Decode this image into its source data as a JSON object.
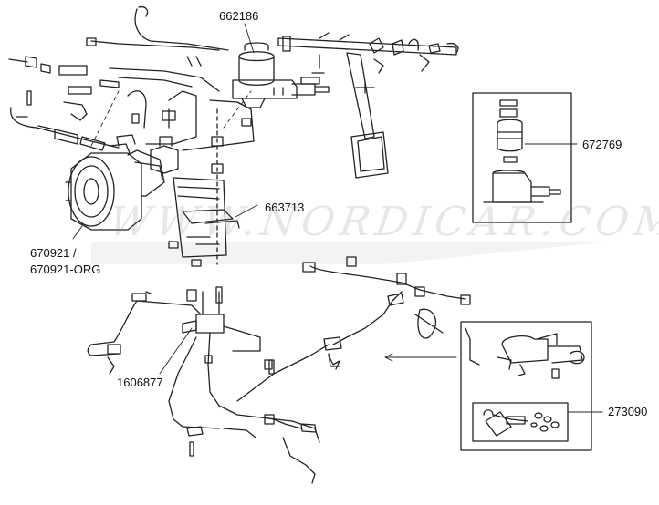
{
  "labels": {
    "p662186": "662186",
    "p672769": "672769",
    "p663713": "663713",
    "p670921_a": "670921 /",
    "p670921_b": "670921-ORG",
    "p1606877": "1606877",
    "p273090": "273090"
  },
  "watermark": "WWW.NORDICAR.COM",
  "colors": {
    "line": "#222222",
    "watermark": "#c8c8c8",
    "background": "#ffffff"
  }
}
